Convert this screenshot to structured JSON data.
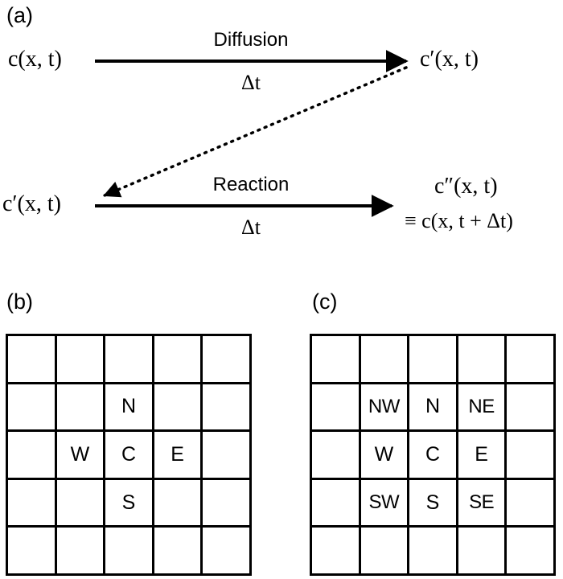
{
  "figure": {
    "panels": [
      {
        "id": "a",
        "label": "(a)"
      },
      {
        "id": "b",
        "label": "(b)"
      },
      {
        "id": "c",
        "label": "(c)"
      }
    ],
    "colors": {
      "background": "#ffffff",
      "stroke": "#000000",
      "text": "#000000"
    }
  },
  "panel_a": {
    "label": "(a)",
    "nodes": {
      "source": "c(x, t)",
      "after_diffusion": "c′(x, t)",
      "reaction_input": "c′(x, t)",
      "after_reaction": "c″(x, t)",
      "after_reaction_equiv": "≡ c(x, t + Δt)"
    },
    "steps": [
      {
        "name": "diffusion",
        "label_above": "Diffusion",
        "label_below": "Δt",
        "from": "c(x, t)",
        "to": "c′(x, t)",
        "style": "solid"
      },
      {
        "name": "reaction",
        "label_above": "Reaction",
        "label_below": "Δt",
        "from": "c′(x, t)",
        "to": "c″(x, t)",
        "style": "solid"
      },
      {
        "name": "feedback",
        "label_above": "",
        "label_below": "",
        "from": "c′(x, t)",
        "to": "c′(x, t)",
        "style": "dotted"
      }
    ]
  },
  "panel_b": {
    "label": "(b)",
    "stencil_name": "von-neumann-5-point",
    "rows": 5,
    "cols": 5,
    "cells": [
      [
        "",
        "",
        "",
        "",
        ""
      ],
      [
        "",
        "",
        "N",
        "",
        ""
      ],
      [
        "",
        "W",
        "C",
        "E",
        ""
      ],
      [
        "",
        "",
        "S",
        "",
        ""
      ],
      [
        "",
        "",
        "",
        "",
        ""
      ]
    ]
  },
  "panel_c": {
    "label": "(c)",
    "stencil_name": "moore-9-point",
    "rows": 5,
    "cols": 5,
    "cells": [
      [
        "",
        "",
        "",
        "",
        ""
      ],
      [
        "",
        "NW",
        "N",
        "NE",
        ""
      ],
      [
        "",
        "W",
        "C",
        "E",
        ""
      ],
      [
        "",
        "SW",
        "S",
        "SE",
        ""
      ],
      [
        "",
        "",
        "",
        "",
        ""
      ]
    ]
  }
}
